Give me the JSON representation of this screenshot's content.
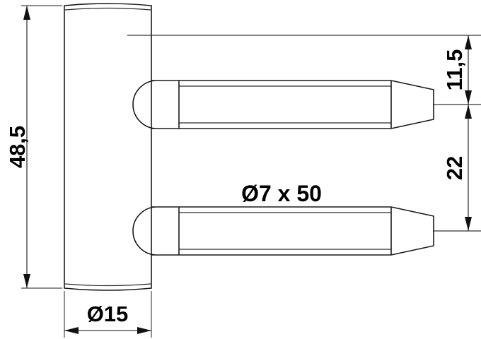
{
  "drawing": {
    "type": "technical-engineering-drawing",
    "subject": "door-hinge-pin-assembly-side-view",
    "background_color": "#ffffff",
    "line_color": "#1a1a1a",
    "text_color": "#000000"
  },
  "dimensions": {
    "overall_height": {
      "label": "48,5",
      "orientation": "vertical",
      "position": "left",
      "unit_implied": "mm"
    },
    "body_width": {
      "label": "Ø15",
      "orientation": "horizontal",
      "position": "bottom",
      "symbol": "diameter",
      "value": "15"
    },
    "top_offset": {
      "label": "11,5",
      "orientation": "vertical",
      "position": "right-upper",
      "unit_implied": "mm"
    },
    "pin_spacing": {
      "label": "22",
      "orientation": "vertical",
      "position": "right-lower",
      "unit_implied": "mm"
    }
  },
  "annotations": {
    "pin_spec": {
      "label": "Ø7 x 50",
      "symbol": "diameter",
      "diameter": "7",
      "length": "50",
      "position": "center"
    }
  },
  "features": [
    {
      "name": "hinge-body-plate",
      "shape": "rectangle-rounded-ends"
    },
    {
      "name": "upper-pin",
      "shape": "cylindrical-pin-tapered-tip"
    },
    {
      "name": "lower-pin",
      "shape": "cylindrical-pin-tapered-tip"
    }
  ]
}
